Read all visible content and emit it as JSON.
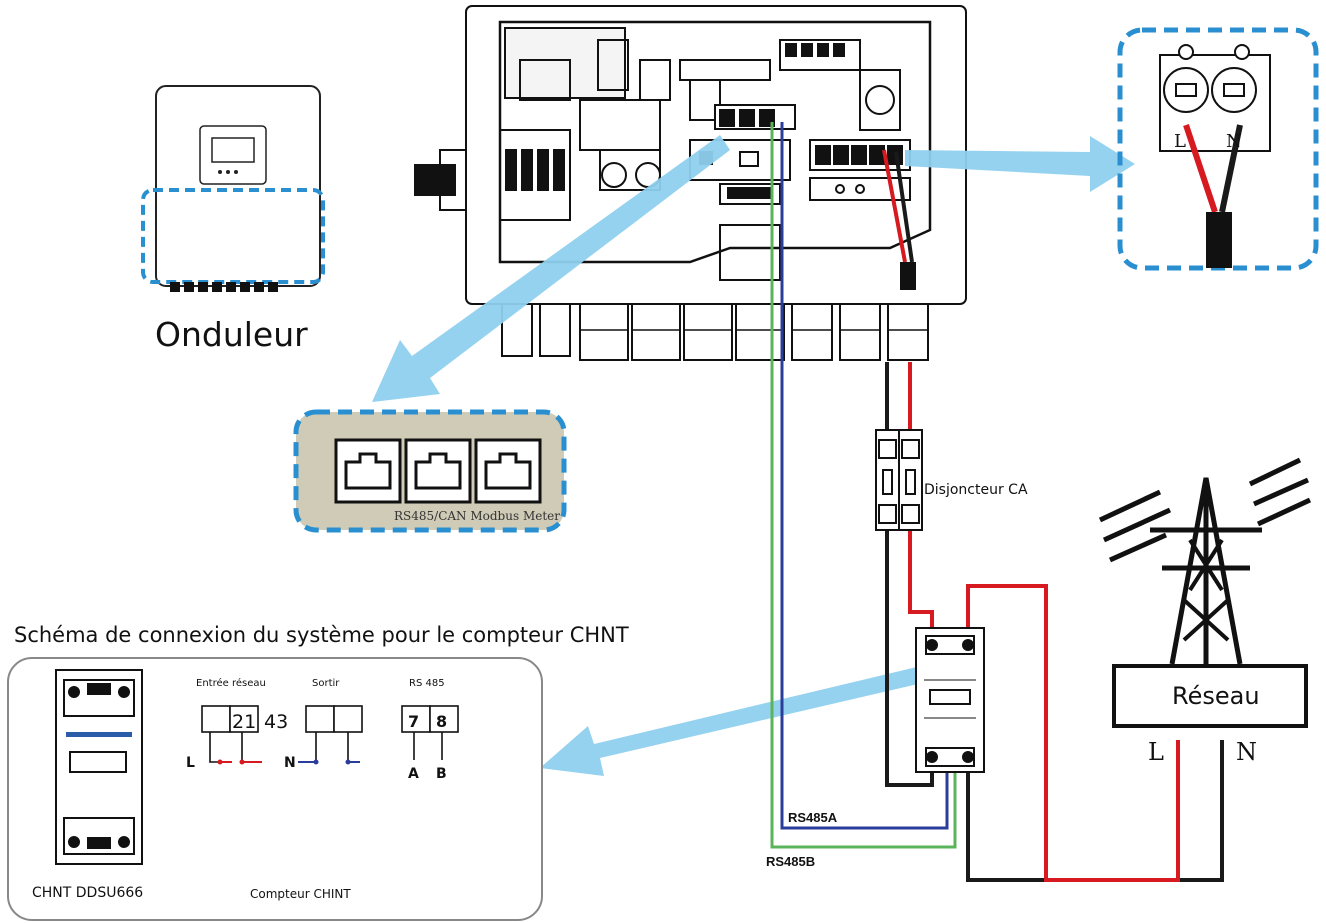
{
  "inverter_label": "Onduleur",
  "comm_port_label": "RS485/CAN Modbus Meter",
  "breaker_label": "Disjoncteur CA",
  "grid_label": "Réseau",
  "grid_L": "L",
  "grid_N": "N",
  "terminal_L": "L",
  "terminal_N": "N",
  "rs485a_label": "RS485A",
  "rs485b_label": "RS485B",
  "schema_title": "Schéma de connexion du système pour le compteur CHNT",
  "meter_model": "CHNT  DDSU666",
  "meter_caption": "Compteur CHINT",
  "grid_input_label": "Entrée réseau",
  "output_label": "Sortir",
  "rs485_label": "RS 485",
  "meter_term_21": "21",
  "meter_term_43": "43",
  "meter_term_7": "7",
  "meter_term_8": "8",
  "meter_L": "L",
  "meter_N": "N",
  "meter_A": "A",
  "meter_B": "B",
  "colors": {
    "live_wire": "#d71920",
    "neutral_wire": "#1a1a1a",
    "rs485a_wire": "#2b3d9b",
    "rs485b_wire": "#5ab45a",
    "callout": "#3aa0d8",
    "arrow": "#8fd0ef",
    "port_panel": "#cfcbb6"
  }
}
